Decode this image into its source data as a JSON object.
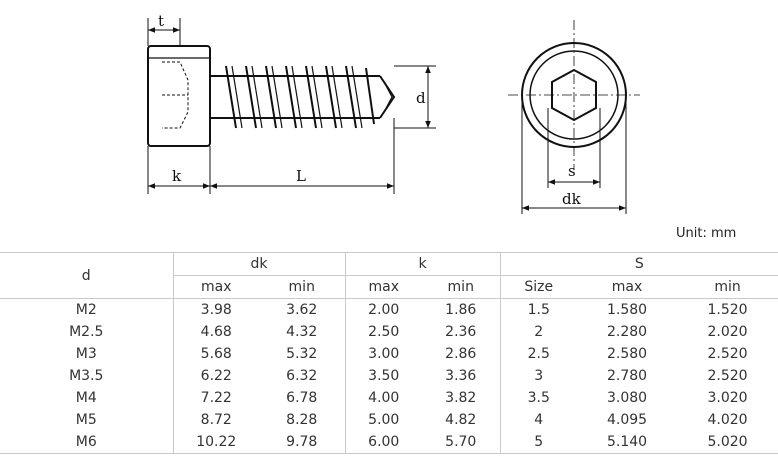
{
  "drawing": {
    "labels": {
      "t": "t",
      "d": "d",
      "k": "k",
      "L": "L",
      "s": "s",
      "dk": "dk"
    }
  },
  "unit_label": "Unit: mm",
  "table": {
    "d_header": "d",
    "groups": [
      "dk",
      "k",
      "S"
    ],
    "sub_headers": [
      "max",
      "min",
      "max",
      "min",
      "Size",
      "max",
      "min"
    ],
    "rows": [
      [
        "M2",
        "3.98",
        "3.62",
        "2.00",
        "1.86",
        "1.5",
        "1.580",
        "1.520"
      ],
      [
        "M2.5",
        "4.68",
        "4.32",
        "2.50",
        "2.36",
        "2",
        "2.280",
        "2.020"
      ],
      [
        "M3",
        "5.68",
        "5.32",
        "3.00",
        "2.86",
        "2.5",
        "2.580",
        "2.520"
      ],
      [
        "M3.5",
        "6.22",
        "6.32",
        "3.50",
        "3.36",
        "3",
        "2.780",
        "2.520"
      ],
      [
        "M4",
        "7.22",
        "6.78",
        "4.00",
        "3.82",
        "3.5",
        "3.080",
        "3.020"
      ],
      [
        "M5",
        "8.72",
        "8.28",
        "5.00",
        "4.82",
        "4",
        "4.095",
        "4.020"
      ],
      [
        "M6",
        "10.22",
        "9.78",
        "6.00",
        "5.70",
        "5",
        "5.140",
        "5.020"
      ]
    ]
  }
}
